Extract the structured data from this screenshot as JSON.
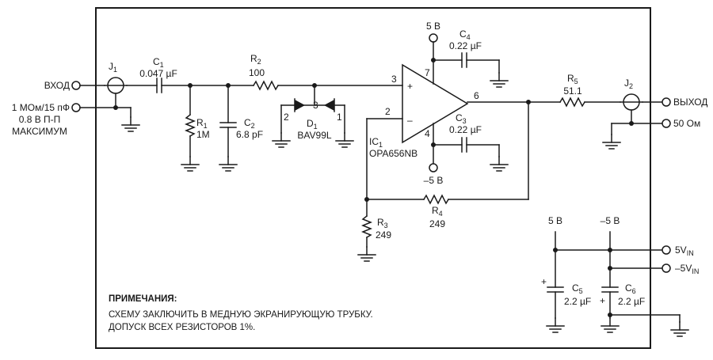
{
  "ports": {
    "input": "ВХОД",
    "input_spec_1": "1 МОм/15 пФ",
    "input_spec_2": "0.8 В П-П",
    "input_spec_3": "МАКСИМУМ",
    "output": "ВЫХОД",
    "output_imp": "50 Ом",
    "vin_pos": "5V",
    "vin_neg": "–5V",
    "vin_sub": "IN"
  },
  "rails": {
    "opamp_pos": "5 В",
    "opamp_neg": "–5 В",
    "supply_pos": "5 В",
    "supply_neg": "–5 В"
  },
  "components": {
    "J1": {
      "ref": "J",
      "sub": "1"
    },
    "J2": {
      "ref": "J",
      "sub": "2"
    },
    "C1": {
      "ref": "C",
      "sub": "1",
      "value": "0.047 µF"
    },
    "R1": {
      "ref": "R",
      "sub": "1",
      "value": "1M"
    },
    "C2": {
      "ref": "C",
      "sub": "2",
      "value": "6.8 pF"
    },
    "R2": {
      "ref": "R",
      "sub": "2",
      "value": "100"
    },
    "D1": {
      "ref": "D",
      "sub": "1",
      "value": "BAV99L",
      "pins": [
        "2",
        "3",
        "1"
      ]
    },
    "IC1": {
      "ref": "IC",
      "sub": "1",
      "value": "OPA656NB",
      "pins": [
        "3",
        "2",
        "7",
        "4",
        "6"
      ],
      "plus": "+",
      "minus": "–"
    },
    "C4": {
      "ref": "C",
      "sub": "4",
      "value": "0.22 µF"
    },
    "C3": {
      "ref": "C",
      "sub": "3",
      "value": "0.22 µF"
    },
    "R5": {
      "ref": "R",
      "sub": "5",
      "value": "51.1"
    },
    "R4": {
      "ref": "R",
      "sub": "4",
      "value": "249"
    },
    "R3": {
      "ref": "R",
      "sub": "3",
      "value": "249"
    },
    "C5": {
      "ref": "C",
      "sub": "5",
      "value": "2.2 µF",
      "polarity": "+"
    },
    "C6": {
      "ref": "C",
      "sub": "6",
      "value": "2.2 µF",
      "polarity": "+"
    }
  },
  "notes": {
    "title": "ПРИМЕЧАНИЯ:",
    "line1": "СХЕМУ ЗАКЛЮЧИТЬ В МЕДНУЮ ЭКРАНИРУЮЩУЮ ТРУБКУ.",
    "line2": "ДОПУСК ВСЕХ РЕЗИСТОРОВ 1%."
  }
}
